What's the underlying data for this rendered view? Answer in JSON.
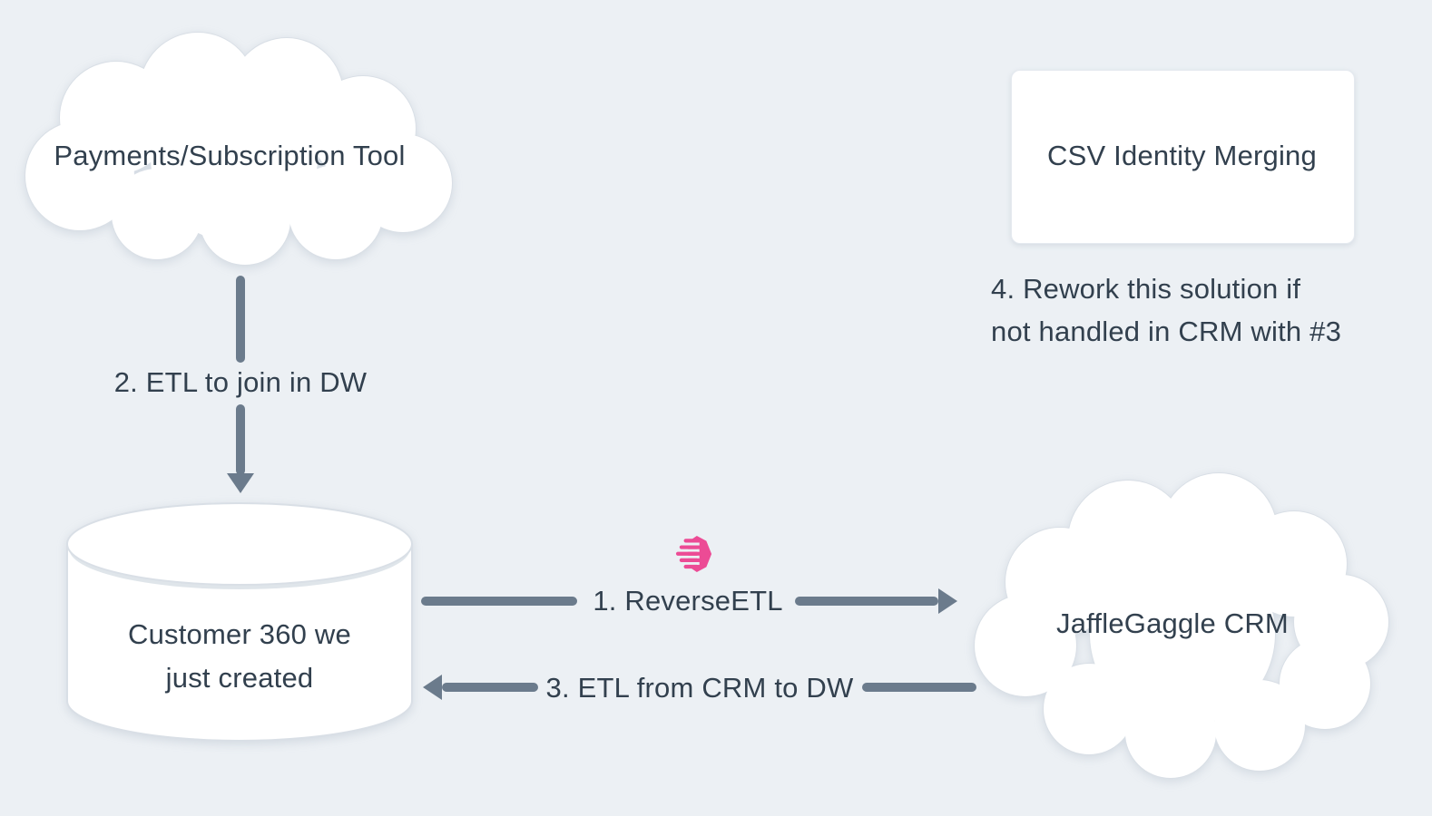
{
  "colors": {
    "background": "#ecf0f4",
    "text": "#32404e",
    "arrow": "#6b7b8c",
    "shape_fill": "#ffffff",
    "shape_border": "#d9dfe6",
    "cylinder_lip": "#dfe5ea",
    "accent_pink": "#ec4b95"
  },
  "nodes": {
    "payments_cloud": {
      "type": "cloud",
      "label": "Payments/Subscription Tool"
    },
    "csv_box": {
      "type": "rectangle",
      "label": "CSV Identity Merging"
    },
    "customer360_db": {
      "type": "database-cylinder",
      "label_line1": "Customer 360 we",
      "label_line2": "just created"
    },
    "jafflegaggle_cloud": {
      "type": "cloud",
      "label": "JaffleGaggle CRM"
    }
  },
  "edges": {
    "reverse_etl": {
      "label": "1. ReverseETL",
      "direction": "warehouse-to-crm",
      "icon": "hightouch-logo-icon"
    },
    "etl_to_join": {
      "label": "2. ETL to join in DW",
      "direction": "payments-to-warehouse"
    },
    "etl_from_crm": {
      "label": "3. ETL from CRM to DW",
      "direction": "crm-to-warehouse"
    }
  },
  "annotations": {
    "note4": {
      "line1": "4. Rework this solution if",
      "line2": "not handled in CRM with #3"
    }
  }
}
